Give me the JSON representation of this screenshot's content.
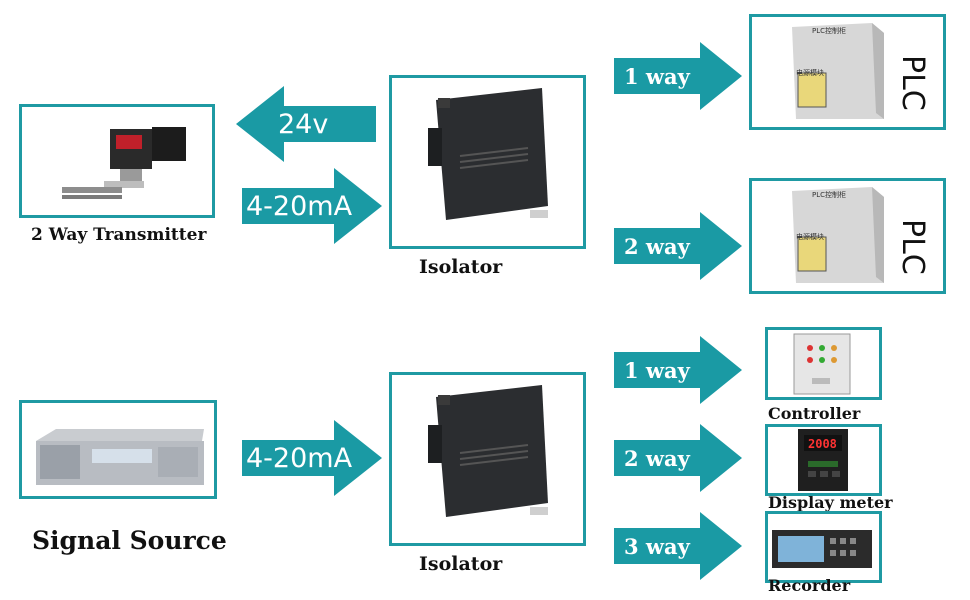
{
  "colors": {
    "accent": "#1f9aa3",
    "arrow": "#1a9aa4",
    "text": "#111111"
  },
  "top": {
    "transmitter_caption": "2 Way Transmitter",
    "arrow_24v": "24v",
    "arrow_signal": "4-20mA",
    "isolator_caption": "Isolator",
    "way1": "1 way",
    "way2": "2 way",
    "plc_label": "PLC",
    "plc_cabinet_label": "PLC控制柜",
    "plc_module_label": "电源模块"
  },
  "bottom": {
    "source_caption": "Signal Source",
    "arrow_signal": "4-20mA",
    "isolator_caption": "Isolator",
    "way1": "1 way",
    "way2": "2 way",
    "way3": "3 way",
    "controller_caption": "Controller",
    "display_caption": "Display meter",
    "recorder_caption": "Recorder",
    "display_value": "2008"
  },
  "icons": [
    "pressure-transmitter-icon",
    "isolator-module-icon",
    "plc-cabinet-icon",
    "signal-generator-icon",
    "control-box-icon",
    "display-meter-icon",
    "recorder-icon"
  ]
}
